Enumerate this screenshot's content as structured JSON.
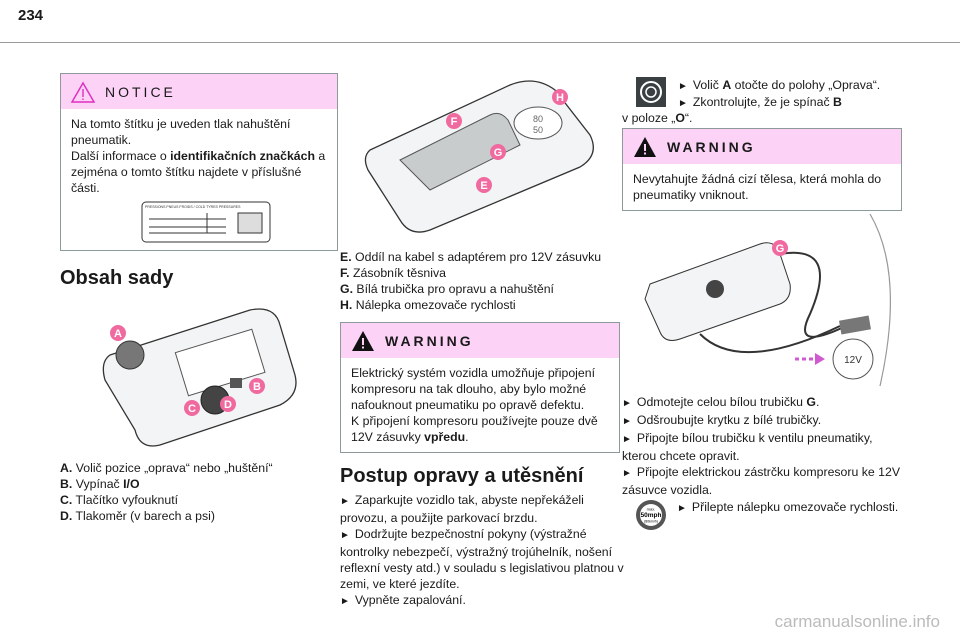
{
  "page_number": "234",
  "notice": {
    "title": "NOTICE",
    "text1": "Na tomto štítku je uveden tlak nahuštění pneumatik.",
    "text2a": "Další informace o ",
    "text2b": "identifikačních značkách",
    "text2c": " a zejména o tomto štítku najdete v příslušné části.",
    "label_caption": "PRESSIONS PNEUS FROIDS / COLD TYRES PRESSURES"
  },
  "kit_heading": "Obsah sady",
  "kit_parts": [
    {
      "key": "A.",
      "text": "Volič pozice „oprava“ nebo „huštění“"
    },
    {
      "key": "B.",
      "text": "Vypínač ",
      "bold": "I/O"
    },
    {
      "key": "C.",
      "text": "Tlačítko vyfouknutí"
    },
    {
      "key": "D.",
      "text": "Tlakoměr (v barech a psi)"
    }
  ],
  "kit_parts2": [
    {
      "key": "E.",
      "text": "Oddíl na kabel s adaptérem pro 12V zásuvku"
    },
    {
      "key": "F.",
      "text": "Zásobník těsniva"
    },
    {
      "key": "G.",
      "text": "Bílá trubička pro opravu a nahuštění"
    },
    {
      "key": "H.",
      "text": "Nálepka omezovače rychlosti"
    }
  ],
  "callouts": {
    "A": "A",
    "B": "B",
    "C": "C",
    "D": "D",
    "E": "E",
    "F": "F",
    "G": "G",
    "H": "H",
    "speed1": "80",
    "speed2": "50",
    "socket": "12V"
  },
  "warning1": {
    "title": "WARNING",
    "text1": "Elektrický systém vozidla umožňuje připojení kompresoru na tak dlouho, aby bylo možné nafouknout pneumatiku po opravě defektu.",
    "text2a": "K připojení kompresoru používejte pouze dvě 12V zásuvky ",
    "text2b": "vpředu",
    "text2c": "."
  },
  "repair_heading": "Postup opravy a utěsnění",
  "repair_steps": [
    "Zaparkujte vozidlo tak, abyste nepřekáželi provozu, a použijte parkovací brzdu.",
    "Dodržujte bezpečnostní pokyny (výstražné kontrolky nebezpečí, výstražný trojúhelník, nošení reflexní vesty atd.) v souladu s legislativou platnou v zemi, ve které jezdíte.",
    "Vypněte zapalování."
  ],
  "right_top": {
    "s1a": "Volič ",
    "s1b": "A",
    "s1c": " otočte do polohy „Oprava“.",
    "s2a": "Zkontrolujte, že je spínač ",
    "s2b": "B",
    "s2c": " v poloze „",
    "s2d": "O",
    "s2e": "“."
  },
  "warning2": {
    "title": "WARNING",
    "text": "Nevytahujte žádná cizí tělesa, která mohla do pneumatiky vniknout."
  },
  "right_steps": {
    "s1a": "Odmotejte celou bílou trubičku ",
    "s1b": "G",
    "s1c": ".",
    "s2": "Odšroubujte krytku z bílé trubičky.",
    "s3": "Připojte bílou trubičku k ventilu pneumatiky, kterou chcete opravit.",
    "s4": "Připojte elektrickou zástrčku kompresoru ke 12V zásuvce vozidla.",
    "s5": "Přilepte nálepku omezovače rychlosti."
  },
  "sticker": {
    "l1": "max.",
    "l2": "50mph",
    "l3": "(80km/h)"
  },
  "arrow_glyph": "►",
  "watermark": "carmanualsonline.info"
}
